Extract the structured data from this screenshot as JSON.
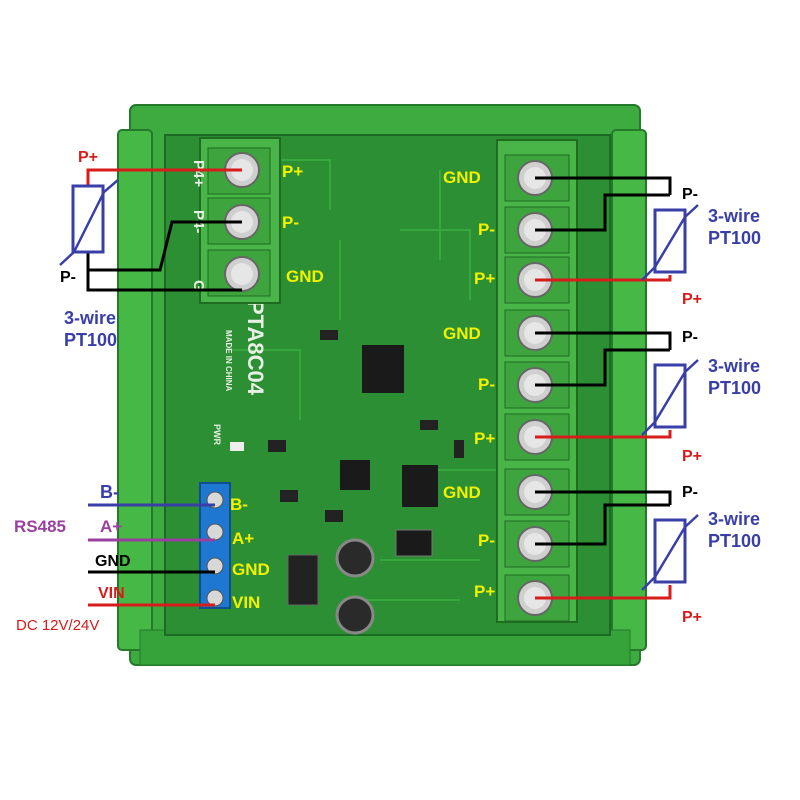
{
  "board": {
    "model": "PTA8C04",
    "made_in": "MADE IN CHINA",
    "pwr": "PWR"
  },
  "left_terminal": {
    "labels": [
      "P+",
      "P-",
      "GND"
    ],
    "silk": [
      "P4+",
      "P4-",
      "G"
    ]
  },
  "right_terminal": {
    "labels": [
      "GND",
      "P-",
      "P+",
      "GND",
      "P-",
      "P+",
      "GND",
      "P-",
      "P+"
    ]
  },
  "power_terminal": {
    "labels": [
      "B-",
      "A+",
      "GND",
      "VIN"
    ]
  },
  "sensor_left": {
    "label_top": "P+",
    "label_bottom": "P-",
    "title_line1": "3-wire",
    "title_line2": "PT100"
  },
  "sensors_right": [
    {
      "label_top": "P-",
      "label_bottom": "P+",
      "title_line1": "3-wire",
      "title_line2": "PT100"
    },
    {
      "label_top": "P-",
      "label_bottom": "P+",
      "title_line1": "3-wire",
      "title_line2": "PT100"
    },
    {
      "label_top": "P-",
      "label_bottom": "P+",
      "title_line1": "3-wire",
      "title_line2": "PT100"
    }
  ],
  "power_wiring": {
    "b_minus": "B-",
    "a_plus": "A+",
    "rs485": "RS485",
    "gnd": "GND",
    "vin": "VIN",
    "supply": "DC 12V/24V"
  },
  "colors": {
    "board_green": "#2f9e3a",
    "rail_green": "#3dab3f",
    "terminal_green": "#49b548",
    "wire_red": "#d81b1b",
    "wire_black": "#000000",
    "wire_blue": "#3a3fa8",
    "wire_purple": "#9a3fa0",
    "label_yellow": "#f2f200",
    "power_blue": "#1e78d2"
  }
}
